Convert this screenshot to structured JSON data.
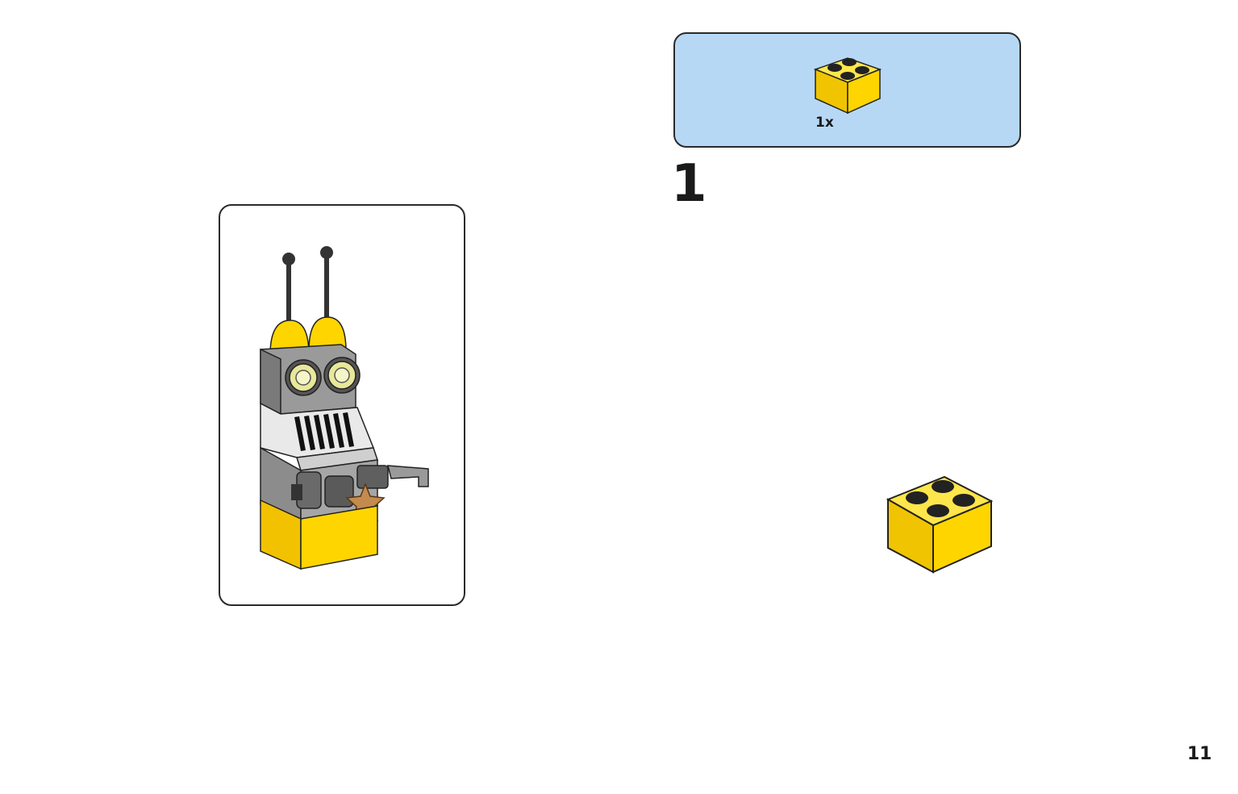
{
  "parts_list": {
    "items": [
      {
        "icon": "yellow-2x2-brick-icon",
        "quantity": "1x",
        "color": "#ffd500"
      }
    ]
  },
  "step": {
    "number": "1",
    "brick": "yellow-2x2-brick"
  },
  "page": {
    "number": "11"
  },
  "colors": {
    "parts_background": "#b6d8f5",
    "brick_yellow": "#ffd500",
    "brick_gray": "#8c8c8c",
    "outline": "#2a2a2a"
  }
}
